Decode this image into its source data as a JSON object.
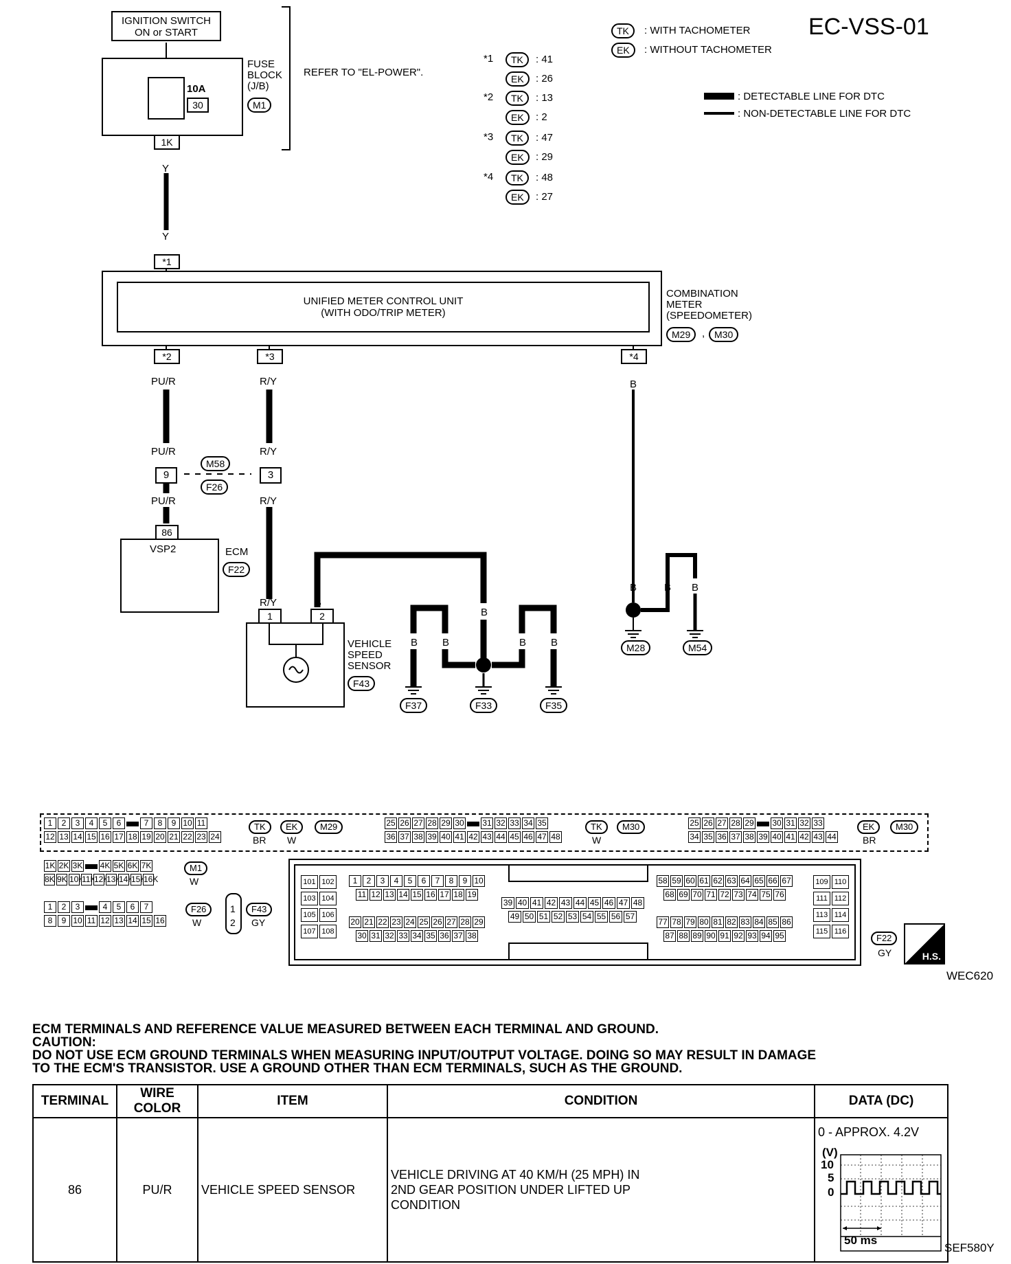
{
  "diagram_id": "EC-VSS-01",
  "legend": {
    "tk": "TK",
    "tk_label": ": WITH TACHOMETER",
    "ek": "EK",
    "ek_label": ": WITHOUT TACHOMETER",
    "detectable": ": DETECTABLE LINE FOR DTC",
    "non_detectable": ": NON-DETECTABLE LINE FOR DTC"
  },
  "pin_notes": [
    {
      "mark": "*1",
      "tk": ": 41",
      "ek": ": 26"
    },
    {
      "mark": "*2",
      "tk": ": 13",
      "ek": ": 2"
    },
    {
      "mark": "*3",
      "tk": ": 47",
      "ek": ": 29"
    },
    {
      "mark": "*4",
      "tk": ": 48",
      "ek": ": 27"
    }
  ],
  "ignition": {
    "line1": "IGNITION SWITCH",
    "line2": "ON or START"
  },
  "fuse_block": {
    "l1": "FUSE",
    "l2": "BLOCK",
    "l3": "(J/B)",
    "connector": "M1",
    "rating": "10A",
    "number": "30",
    "pin": "1K",
    "refer": "REFER TO \"EL-POWER\"."
  },
  "wire_colors": {
    "y": "Y",
    "pur": "PU/R",
    "ry": "R/Y",
    "b": "B"
  },
  "meter": {
    "line1": "UNIFIED METER CONTROL UNIT",
    "line2": "(WITH ODO/TRIP METER)",
    "label1": "COMBINATION",
    "label2": "METER",
    "label3": "(SPEEDOMETER)",
    "conn1": "M29",
    "conn2": "M30",
    "sep": ",",
    "pin1": "*1",
    "pin2": "*2",
    "pin3": "*3",
    "pin4": "*4"
  },
  "joint": {
    "pin9": "9",
    "pin3": "3",
    "conn1": "M58",
    "conn2": "F26"
  },
  "ecm": {
    "pin": "86",
    "name": "VSP2",
    "label": "ECM",
    "conn": "F22"
  },
  "vss": {
    "l1": "VEHICLE",
    "l2": "SPEED",
    "l3": "SENSOR",
    "conn": "F43",
    "pin1": "1",
    "pin2": "2"
  },
  "grounds": [
    "F37",
    "F33",
    "F35",
    "M28",
    "M54"
  ],
  "connector_views": {
    "m29_row1": [
      "1",
      "2",
      "3",
      "4",
      "5",
      "6",
      "",
      "7",
      "8",
      "9",
      "10",
      "11"
    ],
    "m29_row2": [
      "12",
      "13",
      "14",
      "15",
      "16",
      "17",
      "18",
      "19",
      "20",
      "21",
      "22",
      "23",
      "24"
    ],
    "m30a_row1": [
      "25",
      "26",
      "27",
      "28",
      "29",
      "30",
      "",
      "31",
      "32",
      "33",
      "34",
      "35"
    ],
    "m30a_row2": [
      "36",
      "37",
      "38",
      "39",
      "40",
      "41",
      "42",
      "43",
      "44",
      "45",
      "46",
      "47",
      "48"
    ],
    "m30b_row1": [
      "25",
      "26",
      "27",
      "28",
      "29",
      "",
      "30",
      "31",
      "32",
      "33"
    ],
    "m30b_row2": [
      "34",
      "35",
      "36",
      "37",
      "38",
      "39",
      "40",
      "41",
      "42",
      "43",
      "44"
    ],
    "m1_row1": [
      "1K",
      "2K",
      "3K",
      "",
      "4K",
      "5K",
      "6K",
      "7K"
    ],
    "m1_row2": [
      "8K",
      "9K",
      "10K",
      "11K",
      "12K",
      "13K",
      "14K",
      "15K",
      "16K"
    ],
    "f26_row1": [
      "1",
      "2",
      "3",
      "",
      "4",
      "5",
      "6",
      "7"
    ],
    "f26_row2": [
      "8",
      "9",
      "10",
      "11",
      "12",
      "13",
      "14",
      "15",
      "16"
    ],
    "f43_pins": [
      "1",
      "2"
    ],
    "ecm_left_col": [
      "101",
      "102",
      "103",
      "104",
      "105",
      "106",
      "107",
      "108"
    ],
    "ecm_b1_row1": [
      "1",
      "2",
      "3",
      "4",
      "5",
      "6",
      "7",
      "8",
      "9",
      "10"
    ],
    "ecm_b1_row2": [
      "11",
      "12",
      "13",
      "14",
      "15",
      "16",
      "17",
      "18",
      "19"
    ],
    "ecm_b1_row3": [
      "20",
      "21",
      "22",
      "23",
      "24",
      "25",
      "26",
      "27",
      "28",
      "29"
    ],
    "ecm_b1_row4": [
      "30",
      "31",
      "32",
      "33",
      "34",
      "35",
      "36",
      "37",
      "38"
    ],
    "ecm_mid_row1": [
      "39",
      "40",
      "41",
      "42",
      "43",
      "44",
      "45",
      "46",
      "47",
      "48"
    ],
    "ecm_mid_row2": [
      "49",
      "50",
      "51",
      "52",
      "53",
      "54",
      "55",
      "56",
      "57"
    ],
    "ecm_b3_row1": [
      "58",
      "59",
      "60",
      "61",
      "62",
      "63",
      "64",
      "65",
      "66",
      "67"
    ],
    "ecm_b3_row2": [
      "68",
      "69",
      "70",
      "71",
      "72",
      "73",
      "74",
      "75",
      "76"
    ],
    "ecm_b3_row3": [
      "77",
      "78",
      "79",
      "80",
      "81",
      "82",
      "83",
      "84",
      "85",
      "86"
    ],
    "ecm_b3_row4": [
      "87",
      "88",
      "89",
      "90",
      "91",
      "92",
      "93",
      "94",
      "95"
    ],
    "ecm_right_col": [
      "109",
      "110",
      "111",
      "112",
      "113",
      "114",
      "115",
      "116"
    ],
    "labels": {
      "br": "BR",
      "w": "W",
      "gy": "GY",
      "hs": "H.S.",
      "tk": "TK",
      "ek": "EK",
      "m29": "M29",
      "m30": "M30",
      "m1": "M1",
      "f26": "F26",
      "f43": "F43",
      "f22": "F22"
    }
  },
  "figure_code_top": "WEC620",
  "table_intro": {
    "line1": "ECM TERMINALS AND REFERENCE VALUE MEASURED BETWEEN EACH TERMINAL AND GROUND.",
    "line2": "CAUTION:",
    "line3": "DO NOT USE ECM GROUND TERMINALS WHEN MEASURING INPUT/OUTPUT VOLTAGE. DOING SO MAY RESULT IN DAMAGE",
    "line4": "TO THE ECM'S TRANSISTOR. USE A GROUND OTHER THAN ECM TERMINALS, SUCH AS THE GROUND."
  },
  "table": {
    "headers": [
      "TERMINAL",
      "WIRE COLOR",
      "ITEM",
      "CONDITION",
      "DATA (DC)"
    ],
    "row": {
      "terminal": "86",
      "wire_color": "PU/R",
      "item": "VEHICLE SPEED SENSOR",
      "condition_l1": "VEHICLE DRIVING AT 40 KM/H (25 MPH) IN",
      "condition_l2": "2ND GEAR POSITION UNDER LIFTED UP",
      "condition_l3": "CONDITION",
      "data": "0 - APPROX. 4.2V",
      "scope_unit": "(V)",
      "scope_10": "10",
      "scope_5": "5",
      "scope_0": "0",
      "scope_time": "50 ms"
    }
  },
  "figure_code_bottom": "SEF580Y"
}
